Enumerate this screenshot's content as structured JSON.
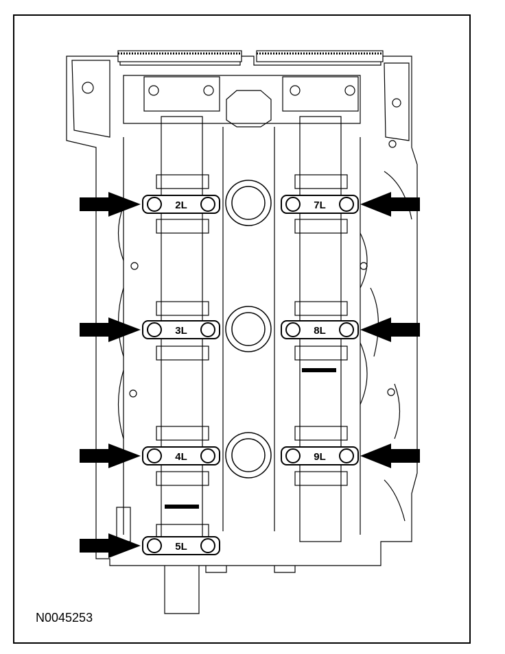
{
  "figure": {
    "id_label": "N0045253",
    "caps": [
      {
        "id": "2L",
        "label": "2L"
      },
      {
        "id": "3L",
        "label": "3L"
      },
      {
        "id": "4L",
        "label": "4L"
      },
      {
        "id": "5L",
        "label": "5L"
      },
      {
        "id": "7L",
        "label": "7L"
      },
      {
        "id": "8L",
        "label": "8L"
      },
      {
        "id": "9L",
        "label": "9L"
      }
    ]
  }
}
